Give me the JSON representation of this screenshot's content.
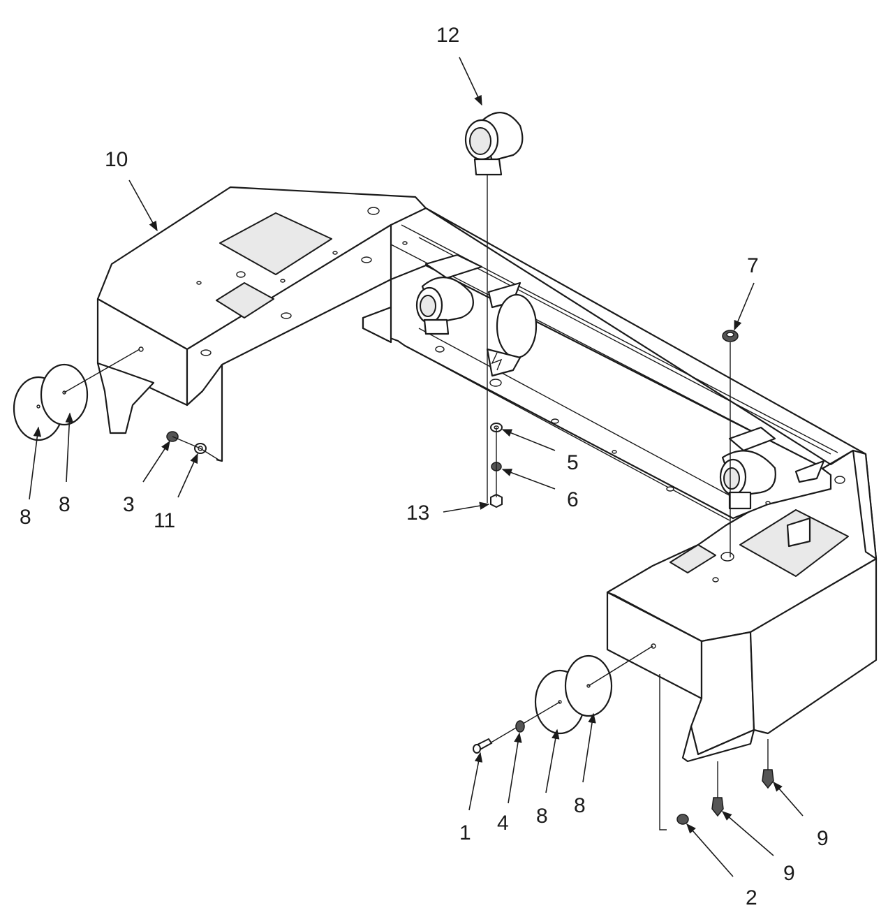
{
  "callouts": {
    "c1": "1",
    "c2": "2",
    "c3": "3",
    "c4": "4",
    "c5": "5",
    "c6": "6",
    "c7": "7",
    "c8a": "8",
    "c8b": "8",
    "c8c": "8",
    "c8d": "8",
    "c9a": "9",
    "c9b": "9",
    "c10": "10",
    "c11": "11",
    "c12": "12",
    "c13": "13"
  },
  "colors": {
    "ink": "#1a1a1a",
    "paper": "#ffffff"
  }
}
